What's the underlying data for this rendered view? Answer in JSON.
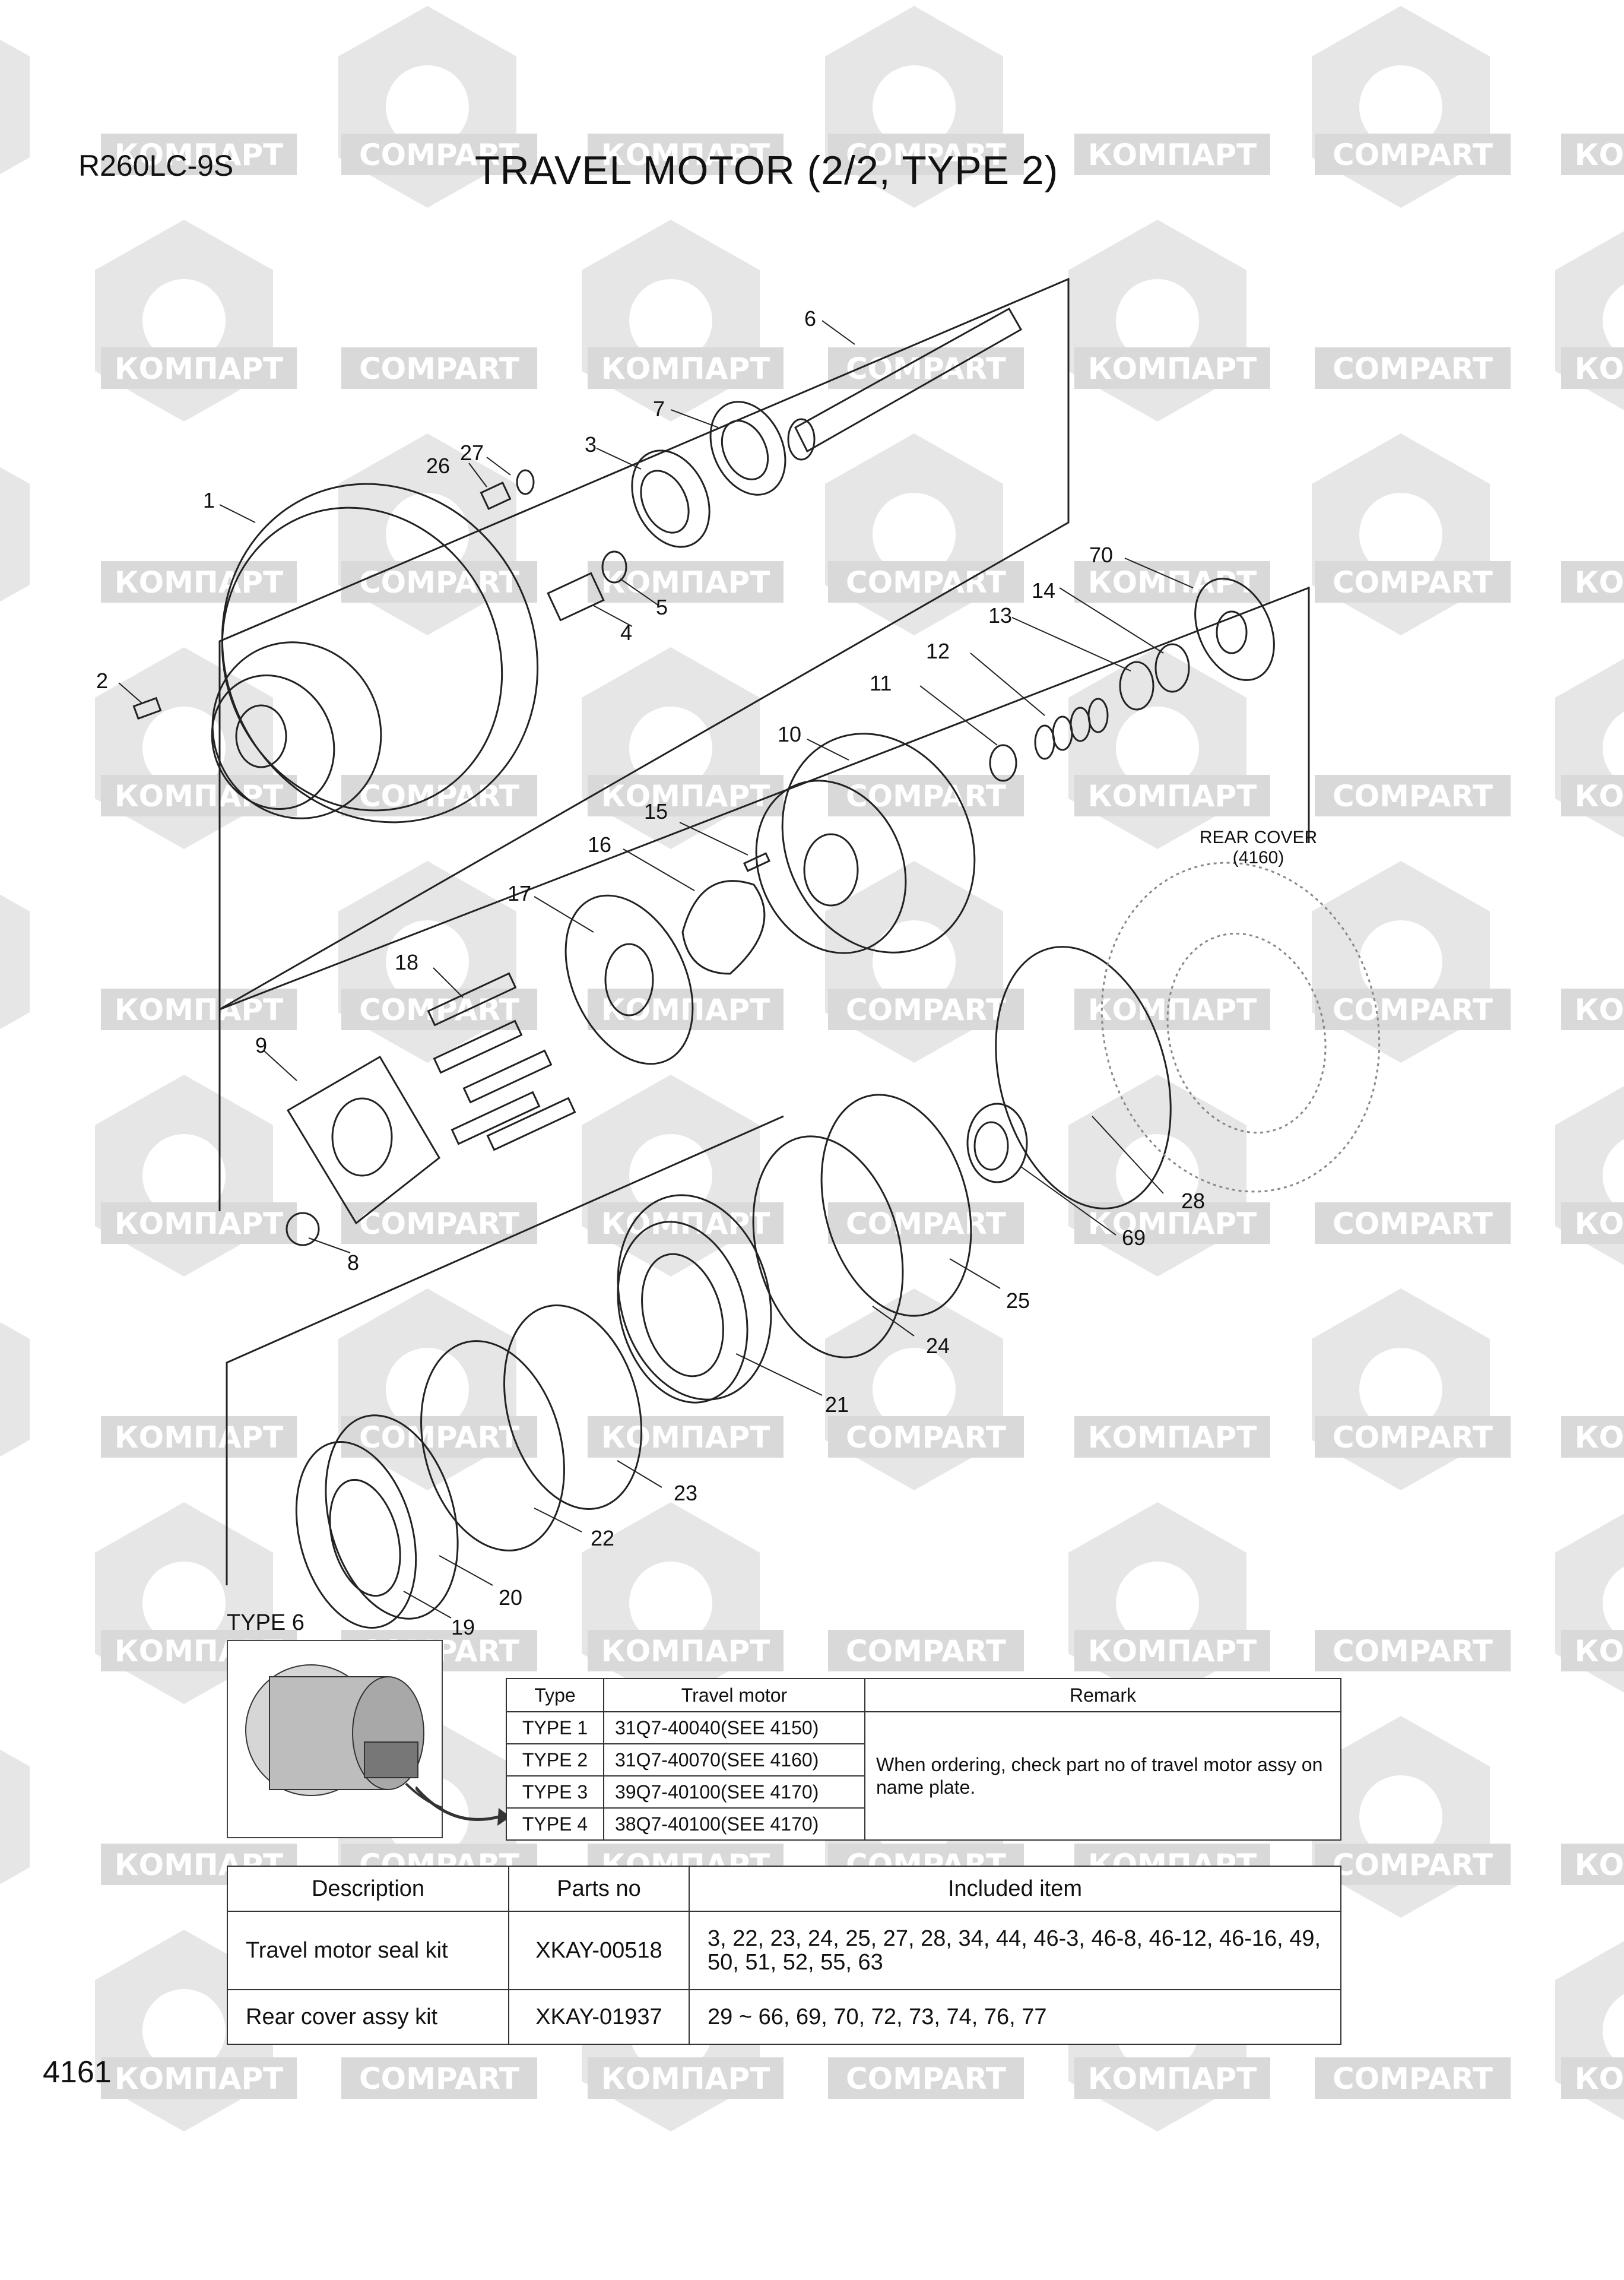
{
  "header": {
    "model": "R260LC-9S",
    "title": "TRAVEL MOTOR (2/2, TYPE 2)"
  },
  "watermark": {
    "text_latin": "COMPART",
    "text_cyrillic": "КОМПАРТ",
    "color": "#d9d9d9"
  },
  "callouts": [
    "1",
    "2",
    "3",
    "4",
    "5",
    "6",
    "7",
    "8",
    "9",
    "10",
    "11",
    "12",
    "13",
    "14",
    "15",
    "16",
    "17",
    "18",
    "19",
    "20",
    "21",
    "22",
    "23",
    "24",
    "25",
    "26",
    "27",
    "28",
    "69",
    "70"
  ],
  "rear_cover": {
    "label": "REAR COVER",
    "ref": "(4160)"
  },
  "type6_label": "TYPE 6",
  "type_table": {
    "headers": [
      "Type",
      "Travel motor",
      "Remark"
    ],
    "rows": [
      [
        "TYPE 1",
        "31Q7-40040(SEE 4150)"
      ],
      [
        "TYPE 2",
        "31Q7-40070(SEE 4160)"
      ],
      [
        "TYPE 3",
        "39Q7-40100(SEE 4170)"
      ],
      [
        "TYPE 4",
        "38Q7-40100(SEE 4170)"
      ]
    ],
    "remark": "When ordering, check part no of travel motor assy on name plate."
  },
  "kit_table": {
    "headers": [
      "Description",
      "Parts no",
      "Included item"
    ],
    "rows": [
      [
        "Travel motor seal kit",
        "XKAY-00518",
        "3, 22, 23, 24, 25, 27, 28, 34, 44, 46-3, 46-8, 46-12, 46-16, 49, 50, 51, 52, 55, 63"
      ],
      [
        "Rear cover assy kit",
        "XKAY-01937",
        "29 ~ 66, 69, 70, 72, 73, 74, 76, 77"
      ]
    ]
  },
  "page_number": "4161"
}
